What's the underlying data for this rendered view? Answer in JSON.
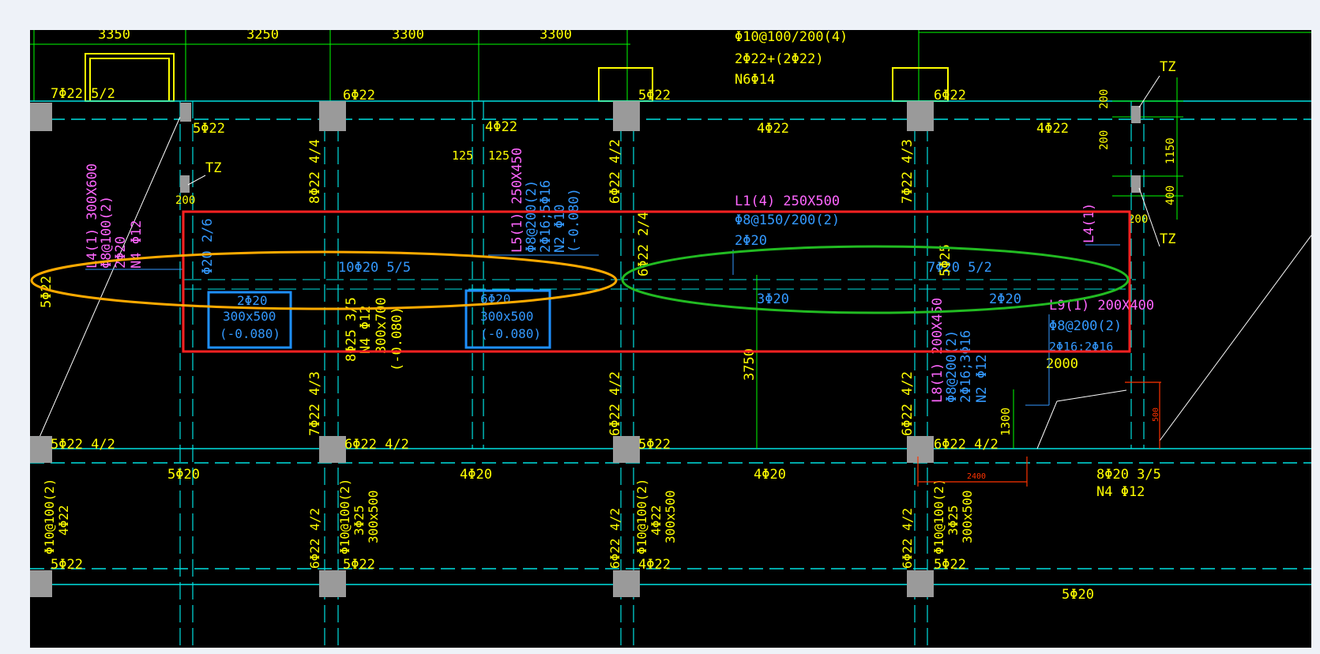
{
  "colors": {
    "background": "#000000",
    "page": "#eef2f8",
    "grid": "#00ff00",
    "dashed_beam": "#00e0e0",
    "column": "#9a9a9a",
    "rebar_text": "#ffff00",
    "beam_label_magenta": "#ff66ff",
    "beam_label_blue": "#3399ff",
    "highlight_red": "#ff2222",
    "highlight_orange": "#ffaa00",
    "highlight_green": "#22bb22",
    "highlight_blue": "#1e90ff"
  },
  "dimensions": {
    "top": [
      "3350",
      "3250",
      "3300",
      "3300"
    ]
  },
  "top_notes": [
    "Φ10@100/200(4)",
    "2Φ22+(2Φ22)",
    "N6Φ14"
  ],
  "rebar_labels": {
    "r1_1": "7Φ22 5/2",
    "r1_2": "6Φ22",
    "r1_3": "5Φ22",
    "r1_4": "6Φ22",
    "r1_5": "5Φ22",
    "r1_6": "4Φ22",
    "r1_7": "4Φ22",
    "r1_8": "4Φ22",
    "v_8_4_4": "8Φ22 4/4",
    "v_6_4_2a": "6Φ22 4/2",
    "v_7_4_3a": "7Φ22 4/3",
    "v_5_22": "5Φ22",
    "dim_125a": "125",
    "dim_125b": "125",
    "tz1": "TZ",
    "tz2": "TZ",
    "tz3": "TZ",
    "d200a": "200",
    "d200b": "200",
    "v_20_2_6": "Φ20 2/6",
    "v_6_2_4": "6Φ22 2/4",
    "v_5_25": "5Φ25",
    "h_10_5_5": "10Φ20 5/5",
    "h_7_5_2": "7Φ20 5/2",
    "h_3_20": "3Φ20",
    "h_2_20": "2Φ20",
    "v_8_25": "8Φ25 3/5",
    "v_n4": "N4 Φ12",
    "v_300x700": "300x700",
    "v_m080": "(-0.080)",
    "v_3750": "3750",
    "v_7_4_3b": "7Φ22 4/3",
    "v_6_4_2b": "6Φ22 4/2",
    "v_6_4_2c": "6Φ22 4/2",
    "r2_1": "5Φ22 4/2",
    "r2_2": "6Φ22 4/2",
    "r2_3": "5Φ22",
    "r2_4": "6Φ22 4/2",
    "r3_1": "5Φ20",
    "r3_2": "4Φ20",
    "r3_3": "4Φ20",
    "r3_4": "8Φ20 3/5",
    "r3_5": "N4 Φ12",
    "v_1300": "1300",
    "b_a1": "Φ10@100(2)",
    "b_a2": "4Φ22",
    "b_a3": "5Φ22",
    "b_b1": "6Φ22 4/2",
    "b_b2": "Φ10@100(2)",
    "b_b3": "3Φ25",
    "b_b4": "300x500",
    "b_b5": "5Φ22",
    "b_c1": "6Φ22 4/2",
    "b_c2": "Φ10@100(2)",
    "b_c3": "4Φ22",
    "b_c4": "300x500",
    "b_c5": "4Φ22",
    "b_d1": "6Φ22 4/2",
    "b_d2": "Φ10@100(2)",
    "b_d3": "3Φ25",
    "b_d4": "300x500",
    "b_d5": "5Φ22",
    "b_e1": "5Φ20",
    "r_200a": "200",
    "r_200b": "200",
    "r_1150": "1150",
    "r_400": "400",
    "l_2000": "2000"
  },
  "beam_labels": {
    "l4_a": "L4(1) 300X600",
    "l4_b": "Φ8@100(2)",
    "l4_c": "2Φ20",
    "l4_d": "N4 Φ12",
    "l5_a": "L5(1) 250X450",
    "l5_b": "Φ8@200(2)",
    "l5_c": "2Φ16;5Φ16",
    "l5_d": "N2 Φ10",
    "l5_e": "(-0.080)",
    "l1_a": "L1(4) 250X500",
    "l1_b": "Φ8@150/200(2)",
    "l1_c": "2Φ20",
    "l4r": "L4(1)",
    "l8_a": "L8(1) 200X450",
    "l8_b": "Φ8@200(2)",
    "l8_c": "2Φ16;3Φ16",
    "l8_d": "N2 Φ12",
    "l9_a": "L9(1) 200X400",
    "l9_b": "Φ8@200(2)",
    "l9_c": "2Φ16;2Φ16"
  },
  "boxes": {
    "b1_a": "2Φ20",
    "b1_b": "300x500",
    "b1_c": "(-0.080)",
    "b2_a": "6Φ20",
    "b2_b": "300x500",
    "b2_c": "(-0.080)"
  },
  "red_dims": {
    "h": "2400",
    "v": "500"
  }
}
